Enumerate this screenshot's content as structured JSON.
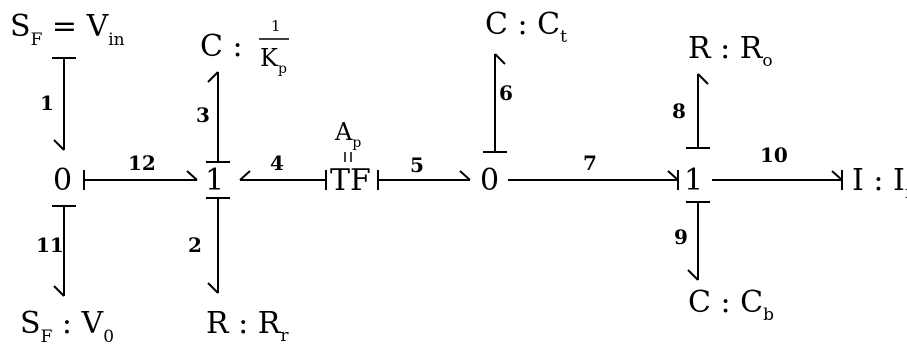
{
  "nodes": {
    "sf_top": {
      "main": "S",
      "sub": "F",
      "rest": " = V",
      "rest_sub": "in"
    },
    "cap_k": {
      "main": "C :",
      "frac_num": "1",
      "frac_den": "K",
      "frac_den_sub": "p"
    },
    "cap_t": {
      "main": "C : C",
      "sub": "t"
    },
    "res_o": {
      "main": "R : R",
      "sub": "o"
    },
    "zero_left": {
      "main": "0"
    },
    "one_left": {
      "main": "1"
    },
    "tf": {
      "main": "TF",
      "mod_main": "A",
      "mod_sub": "p"
    },
    "zero_mid": {
      "main": "0"
    },
    "one_right": {
      "main": "1"
    },
    "inertia": {
      "main": "I : I",
      "sub": "f"
    },
    "sf_bottom": {
      "main": "S",
      "sub": "F",
      "rest": " : V",
      "rest_sub": "0"
    },
    "res_r": {
      "main": "R : R",
      "sub": "r"
    },
    "cap_b": {
      "main": "C : C",
      "sub": "b"
    }
  },
  "bonds": {
    "b1": "1",
    "b2": "2",
    "b3": "3",
    "b4": "4",
    "b5": "5",
    "b6": "6",
    "b7": "7",
    "b8": "8",
    "b9": "9",
    "b10": "10",
    "b11": "11",
    "b12": "12"
  }
}
